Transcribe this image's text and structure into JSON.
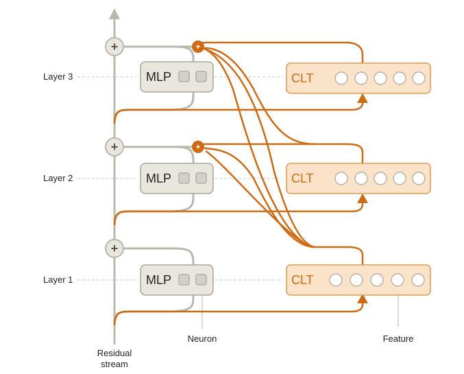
{
  "colors": {
    "stream": "#b9b8ad",
    "mlp_fill": "#e8e6dd",
    "mlp_stroke": "#a9a79c",
    "neuron_fill": "#d4d2c8",
    "clt_fill": "#fbe3c9",
    "clt_stroke": "#e29a4a",
    "orange": "#cf6a13",
    "feature_fill": "#ffffff",
    "feature_stroke": "#b3b1a6",
    "dash": "#c8c8c8",
    "text": "#222222"
  },
  "residual_label_line1": "Residual",
  "residual_label_line2": "stream",
  "layers": [
    {
      "label": "Layer 3",
      "mlp_label": "MLP",
      "clt_label": "CLT"
    },
    {
      "label": "Layer 2",
      "mlp_label": "MLP",
      "clt_label": "CLT"
    },
    {
      "label": "Layer 1",
      "mlp_label": "MLP",
      "clt_label": "CLT"
    }
  ],
  "annotations": {
    "neuron": "Neuron",
    "feature": "Feature"
  },
  "symbols": {
    "plus": "+"
  }
}
